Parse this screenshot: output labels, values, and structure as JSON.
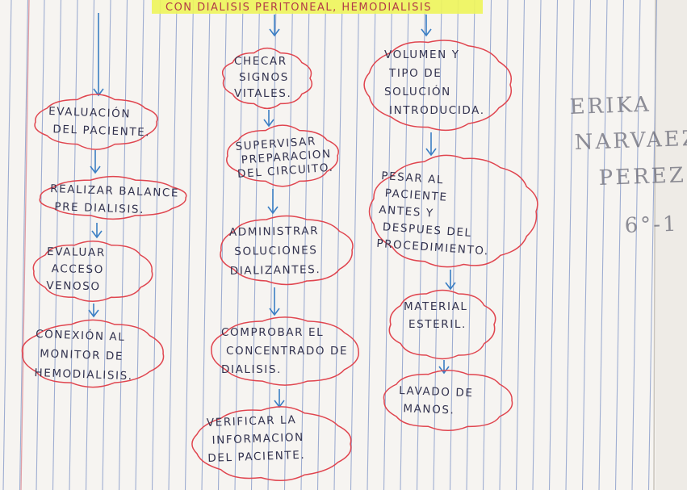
{
  "header": {
    "title": "CON DIALISIS PERITONEAL, HEMODIALISIS"
  },
  "column_left": {
    "boxes": [
      {
        "lines": [
          "EVALUACIÓN",
          "DEL PACIENTE."
        ]
      },
      {
        "lines": [
          "REALIZAR BALANCE",
          "PRE DIALISIS."
        ]
      },
      {
        "lines": [
          "EVALUAR",
          "ACCESO",
          "VENOSO"
        ]
      },
      {
        "lines": [
          "CONEXIÓN AL",
          "MONITOR DE",
          "HEMODIALISIS."
        ]
      }
    ]
  },
  "column_middle": {
    "boxes": [
      {
        "lines": [
          "CHECAR",
          "SIGNOS",
          "VITALES."
        ]
      },
      {
        "lines": [
          "SUPERVISAR",
          "PREPARACION",
          "DEL CIRCUITO."
        ]
      },
      {
        "lines": [
          "ADMINISTRAR",
          "SOLUCIONES",
          "DIALIZANTES."
        ]
      },
      {
        "lines": [
          "COMPROBAR EL",
          "CONCENTRADO DE",
          "DIALISIS."
        ]
      },
      {
        "lines": [
          "VERIFICAR LA",
          "INFORMACION",
          "DEL PACIENTE."
        ]
      }
    ]
  },
  "column_right": {
    "boxes": [
      {
        "lines": [
          "VOLUMEN Y",
          "TIPO DE",
          "SOLUCIÓN",
          "INTRODUCIDA."
        ]
      },
      {
        "lines": [
          "PESAR AL",
          "PACIENTE",
          "ANTES Y",
          "DESPUES DEL",
          "PROCEDIMIENTO."
        ]
      },
      {
        "lines": [
          "MATERIAL",
          "ESTERIL."
        ]
      },
      {
        "lines": [
          "LAVADO DE",
          "MANOS."
        ]
      }
    ]
  },
  "author": {
    "lines": [
      "ERIKA",
      "NARVAEZ",
      "PEREZ",
      "6°-1"
    ]
  },
  "colors": {
    "paper": "#f6f4f1",
    "ruled_lines": "#8fa1cc",
    "cloud_outline": "#e0454f",
    "arrows": "#3b7fc4",
    "highlighter": "#eef55a",
    "ink": "#33334f"
  }
}
